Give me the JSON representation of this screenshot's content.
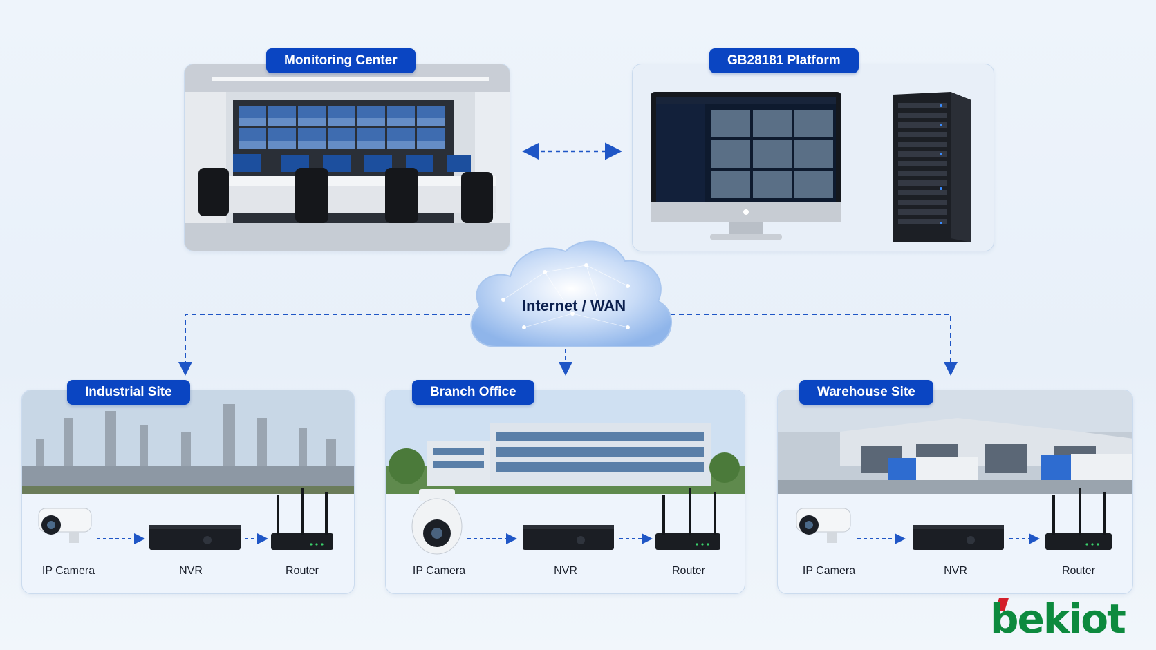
{
  "top": {
    "monitoring_center": "Monitoring Center",
    "platform": "GB28181 Platform"
  },
  "cloud": {
    "label": "Internet / WAN"
  },
  "sites": [
    {
      "title": "Industrial Site",
      "devices": [
        "IP Camera",
        "NVR",
        "Router"
      ]
    },
    {
      "title": "Branch Office",
      "devices": [
        "IP Camera",
        "NVR",
        "Router"
      ]
    },
    {
      "title": "Warehouse Site",
      "devices": [
        "IP Camera",
        "NVR",
        "Router"
      ]
    }
  ],
  "brand": {
    "logo": "bekiot"
  },
  "colors": {
    "accent": "#0a45c2",
    "arrow": "#1f56c6",
    "logo_green": "#0d8a3e",
    "logo_red": "#d41f2b"
  }
}
